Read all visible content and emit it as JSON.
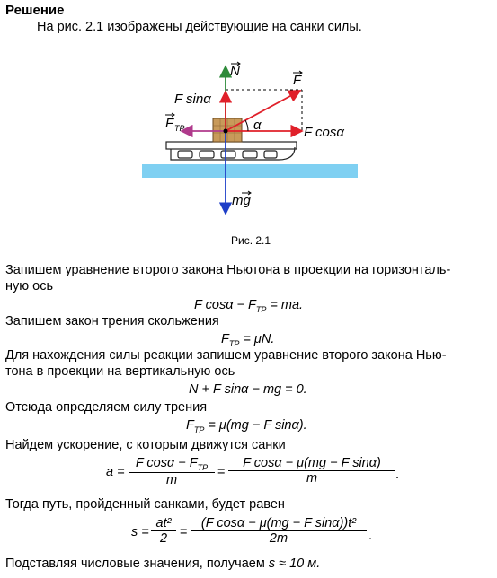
{
  "heading": "Решение",
  "intro": "На рис. 2.1 изображены действующие на санки силы.",
  "figure": {
    "label_N": "N",
    "label_F": "F",
    "label_Fsin": "F sinα",
    "label_Ftr": "F",
    "label_Ftr_sub": "ТР",
    "label_alpha": "α",
    "label_Fcos": "F cosα",
    "label_mg": "mg",
    "caption": "Рис. 2.1"
  },
  "p1_line1": "Запишем уравнение второго закона Ньютона в проекции на горизонталь-",
  "p1_line2": "ную ось",
  "eq1": "F cosα − F",
  "eq1_sub": "ТР",
  "eq1_tail": " = ma.",
  "p2": "Запишем закон трения скольжения",
  "eq2_lhs": "F",
  "eq2_sub": "ТР",
  "eq2_rhs": " = μN.",
  "p3_line1": "Для нахождения силы реакции запишем уравнение второго закона Нью-",
  "p3_line2": "тона в проекции на вертикальную ось",
  "eq3": "N + F sinα − mg = 0.",
  "p4": "Отсюда определяем силу трения",
  "eq4_lhs": "F",
  "eq4_sub": "ТР",
  "eq4_rhs": " = μ(mg − F sinα).",
  "p5": "Найдем ускорение, с которым движутся санки",
  "eq5": {
    "a": "a =",
    "num1": "F cosα − F",
    "num1_sub": "ТР",
    "den1": "m",
    "eqsign": "=",
    "num2": "F cosα − μ(mg − F sinα)",
    "den2": "m",
    "end": "."
  },
  "p6": "Тогда путь, пройденный санками, будет равен",
  "eq6": {
    "s": "s =",
    "num1": "at²",
    "den1": "2",
    "eqsign": "=",
    "num2": "(F cosα − μ(mg − F sinα))t²",
    "den2": "2m",
    "end": "."
  },
  "p7_pre": "Подставляя числовые значения, получаем ",
  "p7_val": "s ≈ 10 м.",
  "colors": {
    "green": "#2e8b3a",
    "red": "#e0202a",
    "magenta": "#b03a8c",
    "blue": "#1e3fc8",
    "snow": "#7fd0f2",
    "box": "#c89a5a"
  }
}
